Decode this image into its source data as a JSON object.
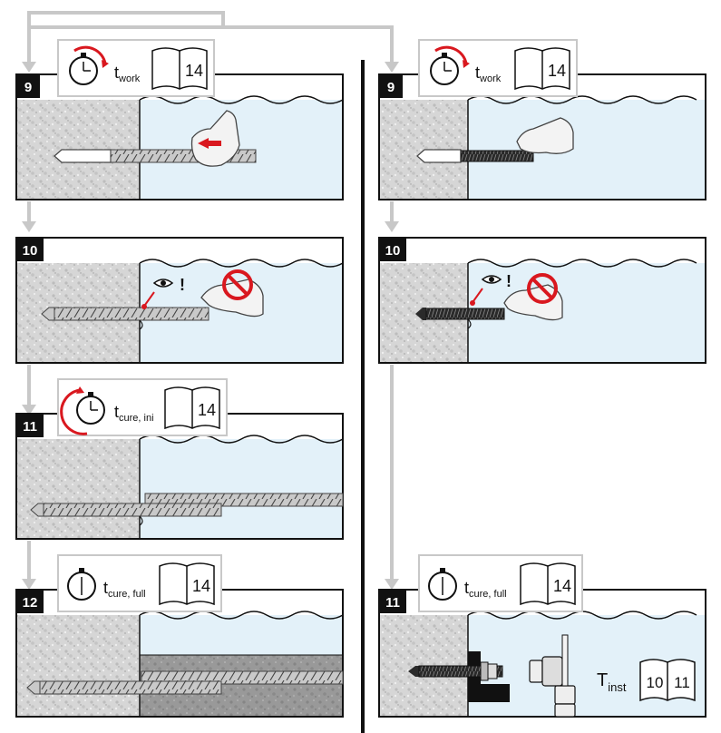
{
  "left_column": {
    "steps": [
      {
        "number": "9",
        "timer": {
          "symbol": "t",
          "subscript": "work"
        },
        "book_page": "14"
      },
      {
        "number": "10"
      },
      {
        "number": "11",
        "timer": {
          "symbol": "t",
          "subscript": "cure, ini"
        },
        "book_page": "14"
      },
      {
        "number": "12",
        "timer": {
          "symbol": "t",
          "subscript": "cure, full"
        },
        "book_page": "14"
      }
    ]
  },
  "right_column": {
    "steps": [
      {
        "number": "9",
        "timer": {
          "symbol": "t",
          "subscript": "work"
        },
        "book_page": "14"
      },
      {
        "number": "10"
      },
      {
        "number": "11",
        "timer": {
          "symbol": "t",
          "subscript": "cure, full"
        },
        "book_page": "14",
        "torque": {
          "symbol": "T",
          "subscript": "inst",
          "book_pages": [
            "10",
            "11"
          ]
        }
      }
    ]
  },
  "check_icon": {
    "exclamation": "!"
  },
  "colors": {
    "water": "#e3f1f9",
    "concrete": "#d8d8d8",
    "concrete_dark": "#9a9a9a",
    "arrow": "#c8c8c8",
    "badge": "#111111",
    "accent_red": "#d9181f"
  }
}
